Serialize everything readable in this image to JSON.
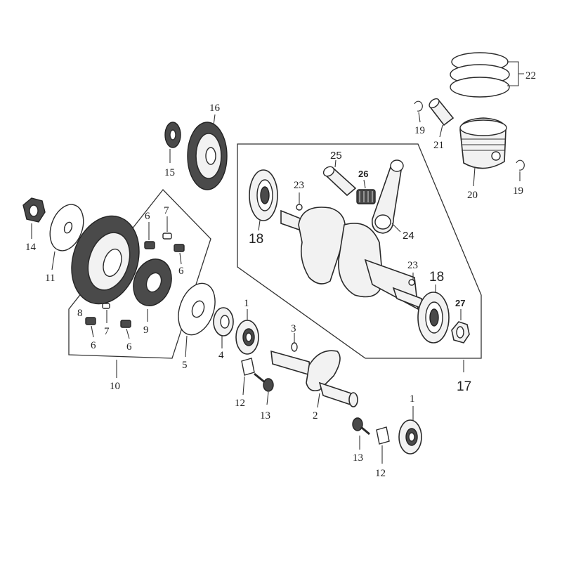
{
  "callouts": {
    "c1a": "1",
    "c1b": "1",
    "c2": "2",
    "c3": "3",
    "c4": "4",
    "c5": "5",
    "c6a": "6",
    "c6b": "6",
    "c6c": "6",
    "c6d": "6",
    "c7a": "7",
    "c7b": "7",
    "c8": "8",
    "c9": "9",
    "c10": "10",
    "c11": "11",
    "c12a": "12",
    "c12b": "12",
    "c13a": "13",
    "c13b": "13",
    "c14": "14",
    "c15": "15",
    "c16": "16",
    "c17": "17",
    "c18a": "18",
    "c18b": "18",
    "c19a": "19",
    "c19b": "19",
    "c20": "20",
    "c21": "21",
    "c22": "22",
    "c23a": "23",
    "c23b": "23",
    "c24": "24",
    "c25": "25",
    "c26": "26",
    "c27": "27"
  },
  "colors": {
    "ink": "#222222",
    "part_fill": "#f2f2f2",
    "part_dark": "#4a4a4a"
  }
}
